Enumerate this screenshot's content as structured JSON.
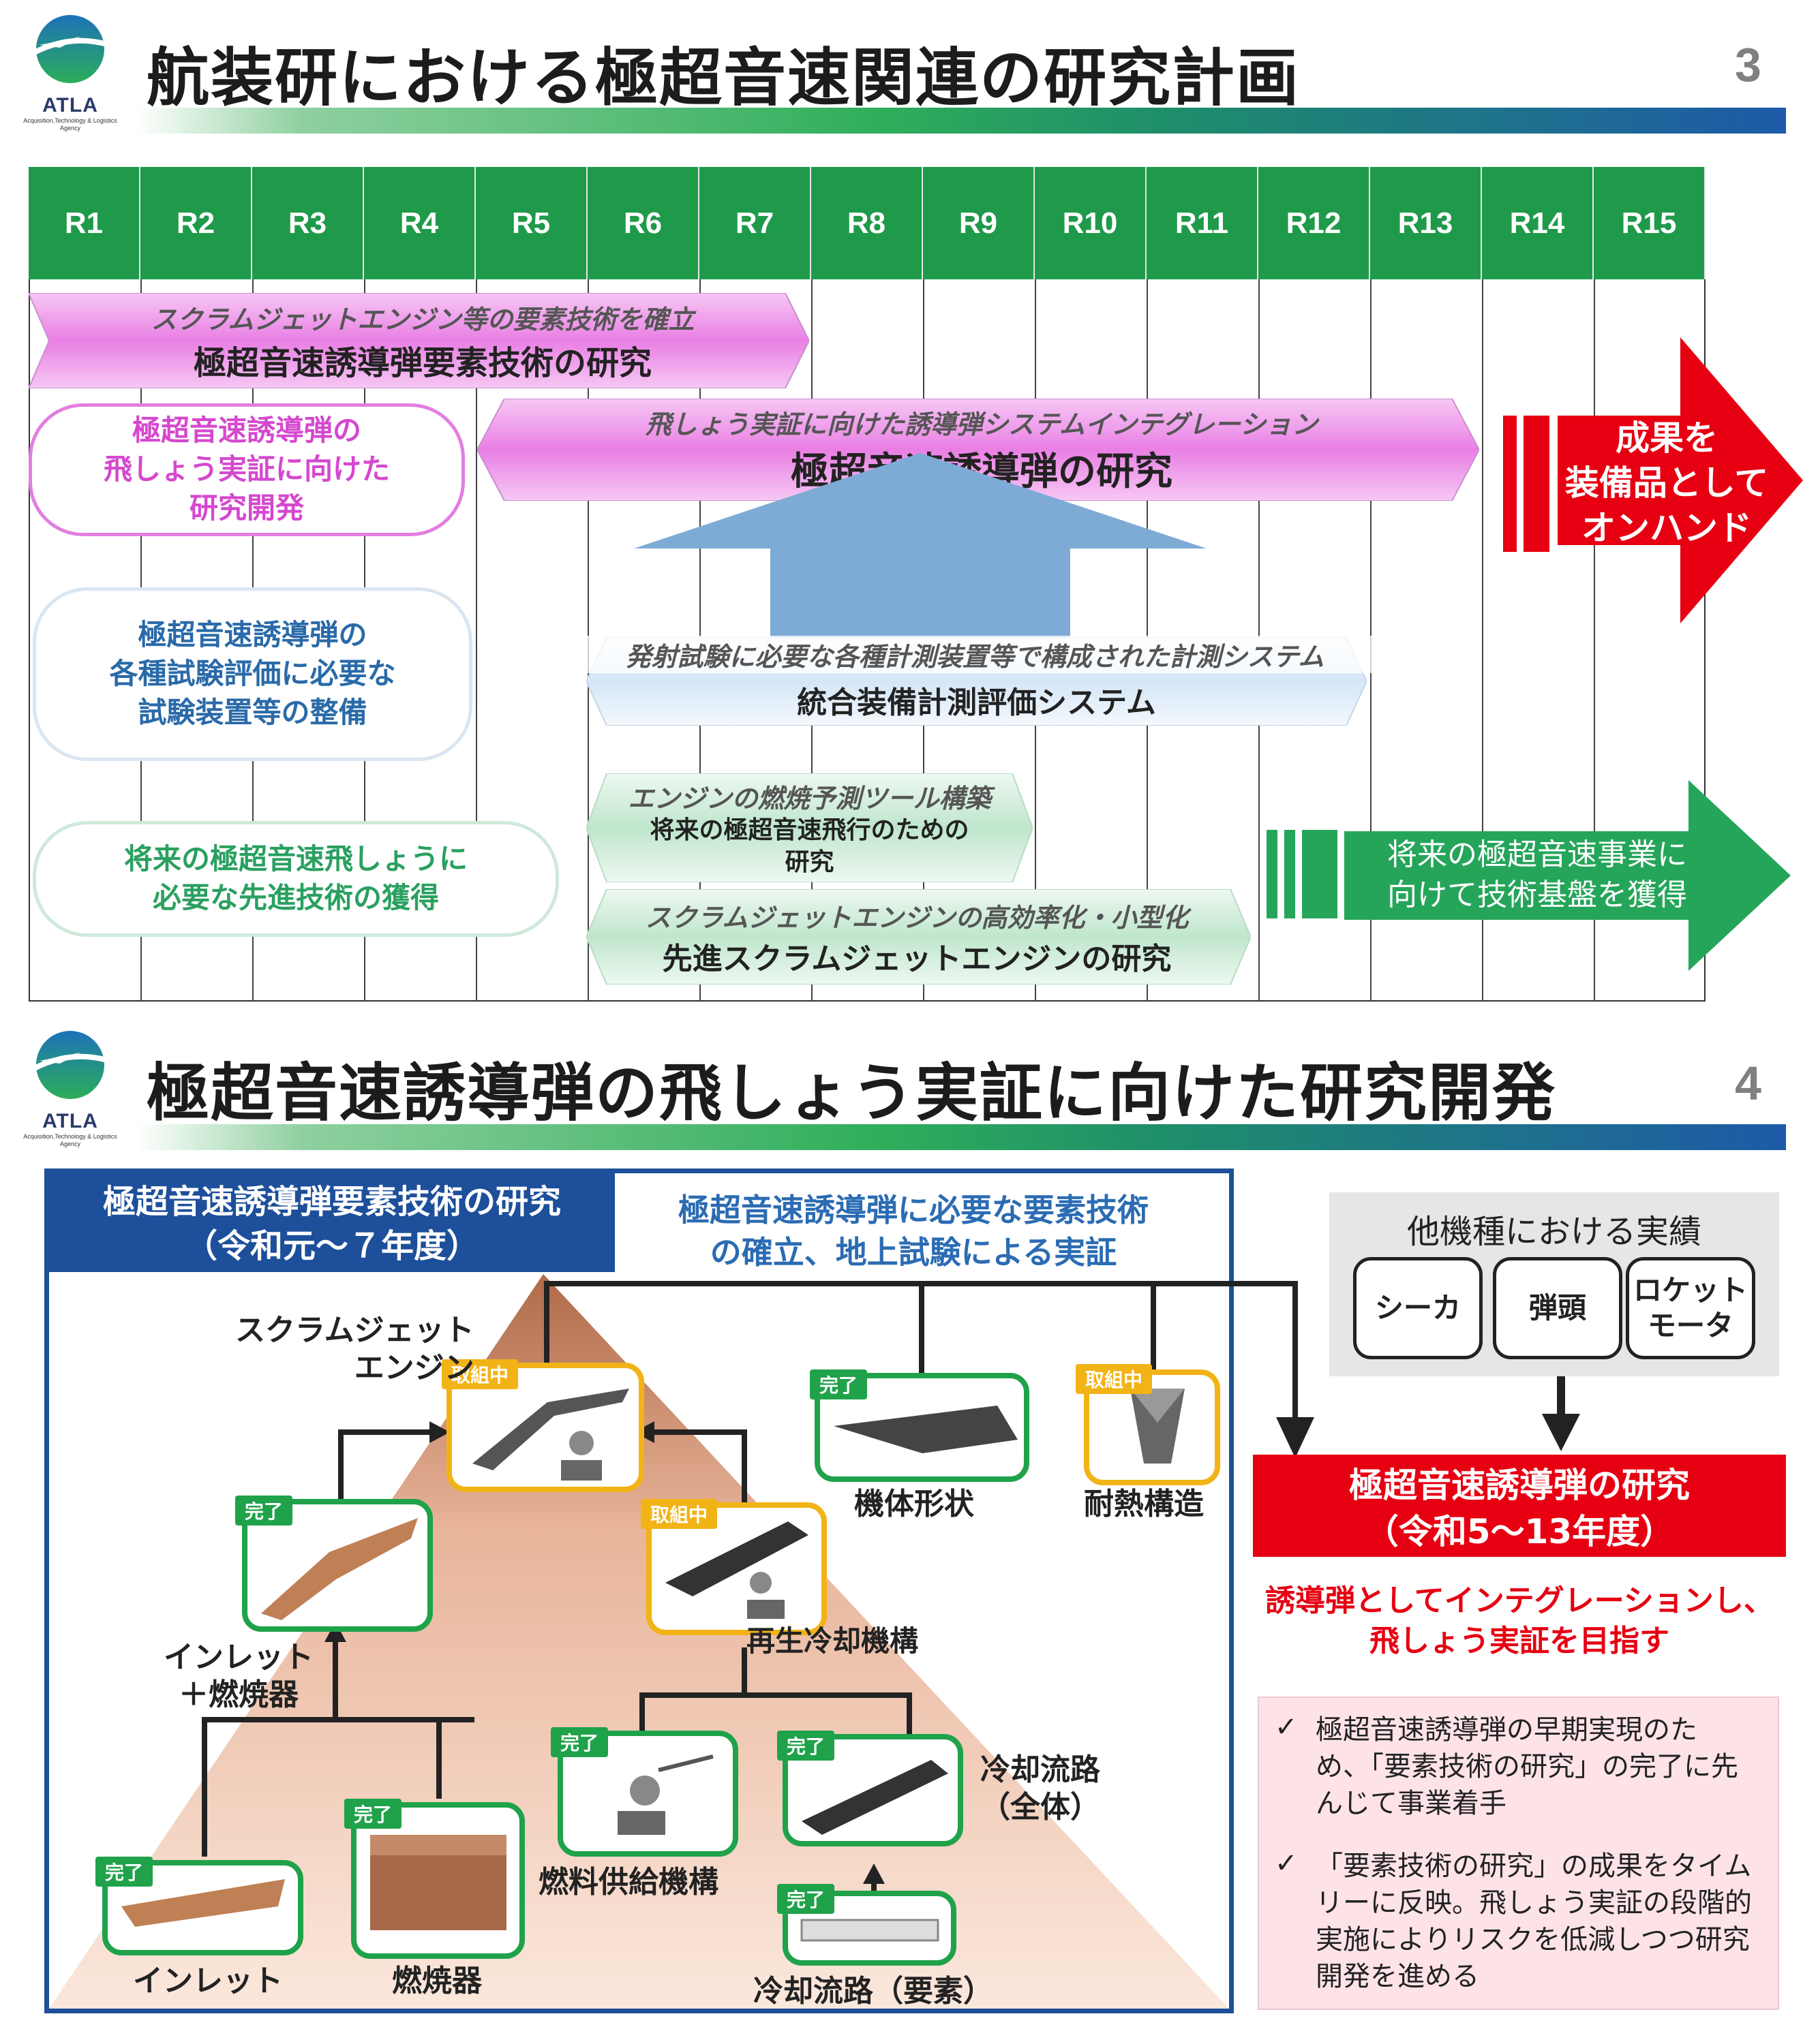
{
  "slide3": {
    "logo": {
      "name": "ATLA",
      "sub": "Acquisition,Technology & Logistics Agency"
    },
    "title": "航装研における極超音速関連の研究計画",
    "page_number": "3",
    "years": [
      "R1",
      "R2",
      "R3",
      "R4",
      "R5",
      "R6",
      "R7",
      "R8",
      "R9",
      "R10",
      "R11",
      "R12",
      "R13",
      "R14",
      "R15"
    ],
    "row1": {
      "subtitle": "スクラムジェットエンジン等の要素技術を確立",
      "title": "極超音速誘導弾要素技術の研究"
    },
    "row2": {
      "label": "極超音速誘導弾の\n飛しょう実証に向けた\n研究開発",
      "subtitle": "飛しょう実証に向けた誘導弾システムインテグレーション",
      "title": "極超音速誘導弾の研究"
    },
    "red_arrow": "成果を\n装備品として\nオンハンド",
    "row3": {
      "label": "極超音速誘導弾の\n各種試験評価に必要な\n試験装置等の整備",
      "subtitle": "発射試験に必要な各種計測装置等で構成された計測システム",
      "title": "統合装備計測評価システム"
    },
    "row4": {
      "label": "将来の極超音速飛しょうに\n必要な先進技術の獲得",
      "a_subtitle": "エンジンの燃焼予測ツール構築",
      "a_title": "将来の極超音速飛行のための\n研究",
      "b_subtitle": "スクラムジェットエンジンの高効率化・小型化",
      "b_title": "先進スクラムジェットエンジンの研究"
    },
    "green_arrow": "将来の極超音速事業に\n向けて技術基盤を獲得"
  },
  "slide4": {
    "logo": {
      "name": "ATLA",
      "sub": "Acquisition,Technology & Logistics Agency"
    },
    "title": "極超音速誘導弾の飛しょう実証に向けた研究開発",
    "page_number": "4",
    "box_title": "極超音速誘導弾要素技術の研究\n（令和元～７年度）",
    "box_caption": "極超音速誘導弾に必要な要素技術\nの確立、地上試験による実証",
    "status": {
      "done": "完了",
      "in_progress": "取組中"
    },
    "components": {
      "scramjet": "スクラムジェット\nエンジン",
      "inlet_combustor": "インレット\n＋燃焼器",
      "regen_cooling": "再生冷却機構",
      "inlet": "インレット",
      "combustor": "燃焼器",
      "fuel_supply": "燃料供給機構",
      "cooling_path_all": "冷却流路\n（全体）",
      "cooling_path_elem": "冷却流路（要素）",
      "airframe": "機体形状",
      "heat_structure": "耐熱構造"
    },
    "other_results": {
      "title": "他機種における実績",
      "items": [
        "シーカ",
        "弾頭",
        "ロケット\nモータ"
      ]
    },
    "research_box": "極超音速誘導弾の研究\n（令和5～13年度）",
    "goal": "誘導弾としてインテグレーションし、\n飛しょう実証を目指す",
    "notes": [
      "極超音速誘導弾の早期実現のた\nめ、「要素技術の研究」の完了に先\nんじて事業着手",
      "「要素技術の研究」の成果をタイム\nリーに反映。飛しょう実証の段階的\n実施によりリスクを低減しつつ研究\n開発を進める"
    ],
    "check_mark": "✓",
    "colors": {
      "green": "#1fa24a",
      "yellow": "#f2b316",
      "red": "#e60012",
      "blue": "#1d4f9a"
    }
  }
}
